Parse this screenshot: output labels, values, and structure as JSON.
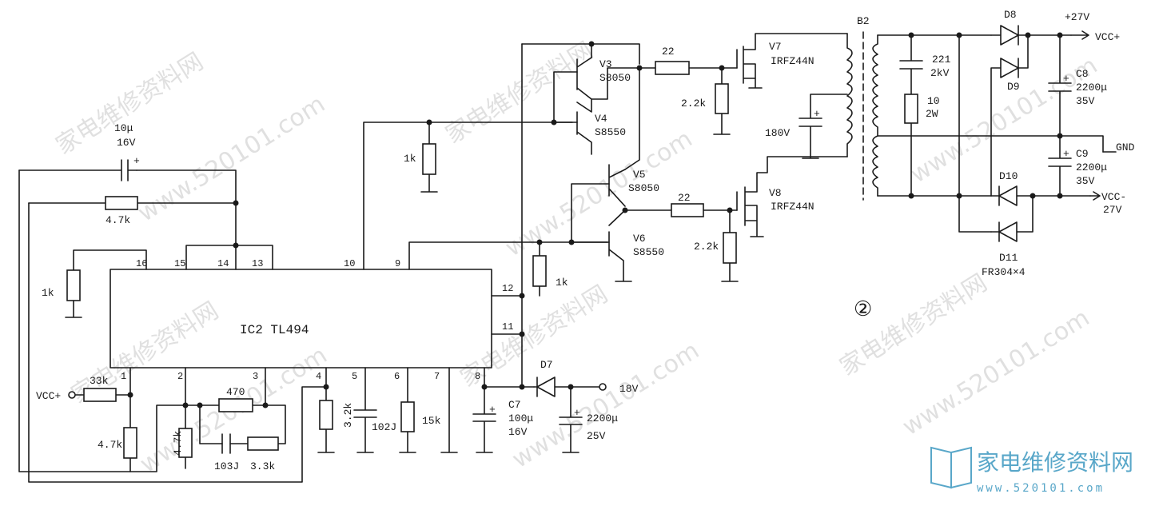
{
  "ic": {
    "label": "IC2  TL494",
    "pins": {
      "p1": "1",
      "p2": "2",
      "p3": "3",
      "p4": "4",
      "p5": "5",
      "p6": "6",
      "p7": "7",
      "p8": "8",
      "p9": "9",
      "p10": "10",
      "p11": "11",
      "p12": "12",
      "p13": "13",
      "p14": "14",
      "p15": "15",
      "p16": "16"
    }
  },
  "components": {
    "c_fb_value": "10μ",
    "c_fb_volt": "16V",
    "r_fb": "4.7k",
    "r_pin16": "1k",
    "r_in": "33k",
    "r_pin1": "4.7k",
    "r_pin2": "4.7k",
    "r_470": "470",
    "c_103j": "103J",
    "r_33k": "3.3k",
    "r_pin4": "3.2k",
    "c_102j": "102J",
    "r_pin6": "15k",
    "r_pin10": "1k",
    "r_pin9": "1k",
    "c7": "C7",
    "c7_value": "100μ",
    "c7_volt": "16V",
    "d7": "D7",
    "c_2200": "2200μ",
    "c_2200_volt": "25V",
    "in_18v": "18V",
    "v3": "V3",
    "v3_type": "S8050",
    "v4": "V4",
    "v4_type": "S8550",
    "v5": "V5",
    "v5_type": "S8050",
    "v6": "V6",
    "v6_type": "S8550",
    "r_g1": "22",
    "r_g2": "22",
    "r_gs1": "2.2k",
    "r_gs2": "2.2k",
    "v7": "V7",
    "v7_type": "IRFZ44N",
    "v8": "V8",
    "v8_type": "IRFZ44N",
    "cap_180v": "180V",
    "b2": "B2",
    "c_221": "221",
    "c_221_volt": "2kV",
    "r_10": "10",
    "r_10_power": "2W",
    "d8": "D8",
    "d9": "D9",
    "d10": "D10",
    "d11": "D11",
    "diode_type": "FR304×4",
    "c8": "C8",
    "c8_value": "2200μ",
    "c8_volt": "35V",
    "c9": "C9",
    "c9_value": "2200μ",
    "c9_volt": "35V"
  },
  "nets": {
    "vcc_in": "VCC+",
    "vcc_plus": "VCC+",
    "vcc_minus": "VCC-",
    "gnd": "GND",
    "v_plus": "+27V",
    "v_minus": "27V"
  },
  "figure_number": "②",
  "watermark": {
    "cn": "家电维修资料网",
    "url": "www.520101.com",
    "logo_cn": "家电维修资料网",
    "logo_url": "www.520101.com"
  }
}
